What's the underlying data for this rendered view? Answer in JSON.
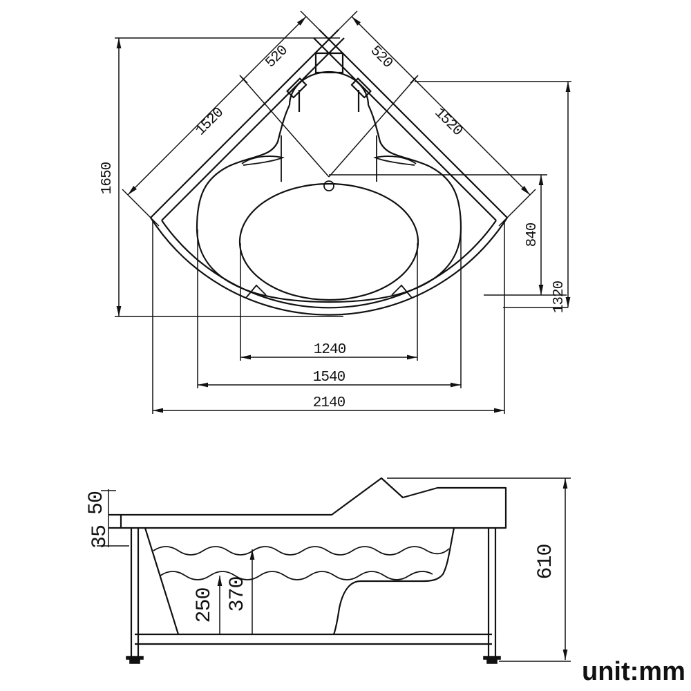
{
  "unit_label": "unit:mm",
  "top_view": {
    "dim_wall_left": "1520",
    "dim_wall_right": "1520",
    "dim_corner_left": "520",
    "dim_corner_right": "520",
    "dim_overall_depth": "1650",
    "dim_right_depth": "1320",
    "dim_center_depth": "840",
    "dim_floor_width": "1240",
    "dim_basin_width": "1540",
    "dim_overall_width": "2140"
  },
  "side_view": {
    "dim_rim_height": "50",
    "dim_flange_height": "35",
    "dim_seat_water_depth": "250",
    "dim_max_water_depth": "370",
    "dim_total_height": "610"
  }
}
